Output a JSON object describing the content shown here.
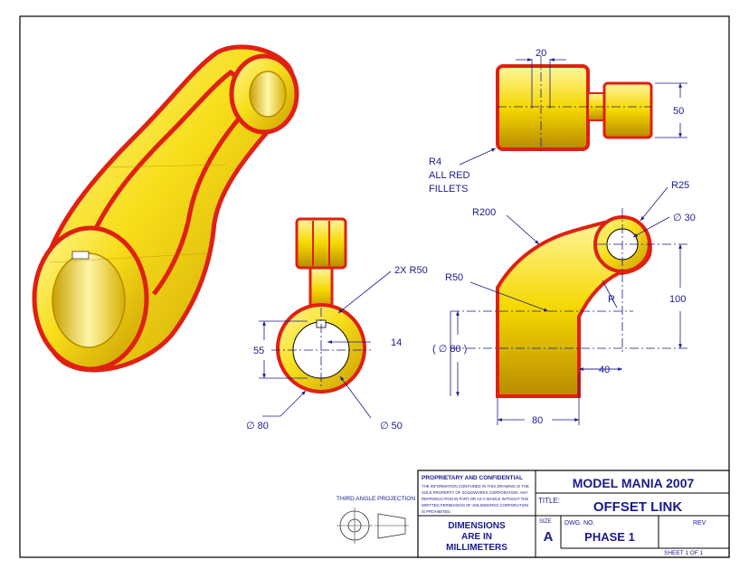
{
  "annotations": {
    "dim_20": "20",
    "dim_50_width": "50",
    "fillet_note_line1": "R4",
    "fillet_note_line2": "ALL RED",
    "fillet_note_line3": "FILLETS",
    "dim_2x_r50": "2X  R50",
    "dim_55": "55",
    "dim_14": "14",
    "dim_dia80": "∅ 80",
    "dim_dia50": "∅ 50",
    "dim_r25": "R25",
    "dim_dia30": "∅ 30",
    "dim_r200": "R200",
    "dim_r50": "R50",
    "dim_r": "R",
    "dim_100": "100",
    "dim_dia80_ref": "( ∅ 80 )",
    "dim_40": "40",
    "dim_80": "80"
  },
  "title_block": {
    "proprietary_title": "PROPRIETARY AND CONFIDENTIAL",
    "proprietary_text_1": "THE INFORMATION CONTAINED IN THIS DRAWING IS THE",
    "proprietary_text_2": "SOLE PROPERTY OF SOLIDWORKS CORPORATION. ANY",
    "proprietary_text_3": "REPRODUCTION IN PART OR AS A WHOLE WITHOUT THE",
    "proprietary_text_4": "WRITTEN PERMISSION OF SOLIDWORKS CORPORATION",
    "proprietary_text_5": "IS PROHIBITED.",
    "third_angle_label": "THIRD ANGLE PROJECTION",
    "dimensions_line1": "DIMENSIONS",
    "dimensions_line2": "ARE IN",
    "dimensions_line3": "MILLIMETERS",
    "company": "MODEL MANIA 2007",
    "title_label": "TITLE:",
    "title": "OFFSET LINK",
    "size_label": "SIZE",
    "size": "A",
    "dwg_no_label": "DWG.  NO.",
    "dwg_no": "PHASE 1",
    "rev_label": "REV",
    "sheet": "SHEET 1 OF 1"
  },
  "colors": {
    "part_yellow": "#f5d800",
    "fillet_red": "#e02010",
    "dimension_blue": "#1a1a8c",
    "border": "#000000"
  }
}
